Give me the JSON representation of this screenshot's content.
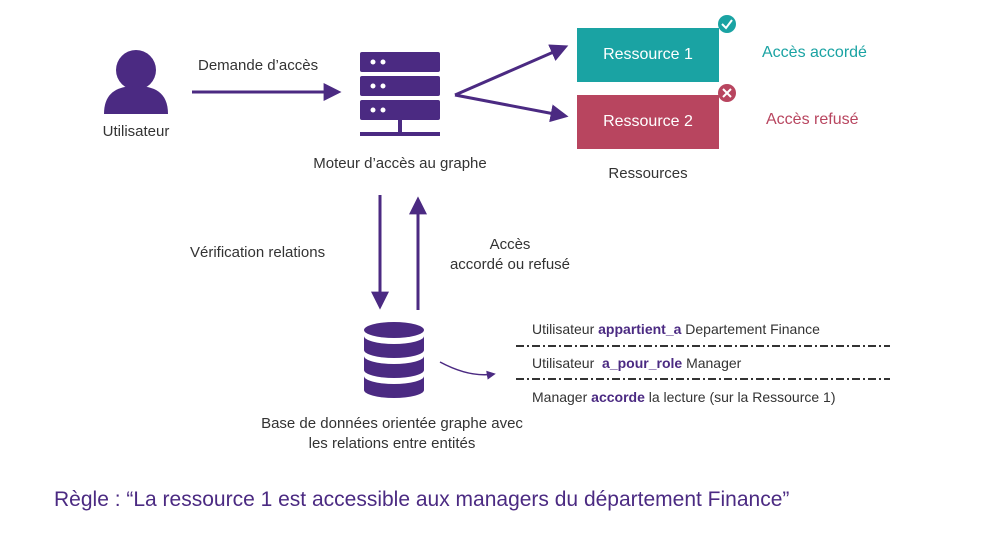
{
  "user": {
    "label": "Utilisateur"
  },
  "request": {
    "label": "Demande d’accès"
  },
  "engine": {
    "label": "Moteur d’accès au graphe"
  },
  "resources": {
    "items": [
      {
        "label": "Ressource 1",
        "status": "Accès accordé",
        "color": "#1aa3a3"
      },
      {
        "label": "Ressource 2",
        "status": "Accès refusé",
        "color": "#b8455f"
      }
    ],
    "group_label": "Ressources"
  },
  "verification": {
    "label": "Vérification relations"
  },
  "response": {
    "line1": "Accès",
    "line2": "accordé ou refusé"
  },
  "database": {
    "line1": "Base de données orientée graphe avec",
    "line2": "les relations entre entités"
  },
  "relations": [
    {
      "subject": "Utilisateur",
      "predicate": "appartient_a",
      "object": "Departement Finance"
    },
    {
      "subject": "Utilisateur",
      "predicate": "a_pour_role",
      "object": "Manager"
    },
    {
      "subject": "Manager",
      "predicate": "accorde",
      "object": "la lecture (sur la Ressource 1)"
    }
  ],
  "rule": {
    "text": "Règle : “La ressource 1 est accessible aux managers du département Finance”"
  },
  "colors": {
    "primary": "#4b2a82",
    "granted": "#1aa3a3",
    "denied": "#b8455f"
  },
  "icons": {
    "user": "user-icon",
    "server": "server-icon",
    "database": "database-icon",
    "check": "check-icon",
    "cross": "cross-icon"
  }
}
